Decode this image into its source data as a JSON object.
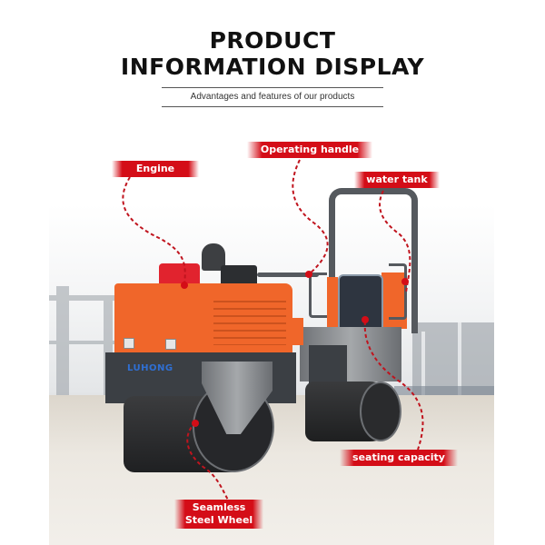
{
  "header": {
    "title_line1": "PRODUCT",
    "title_line2": "INFORMATION DISPLAY",
    "subtitle": "Advantages and features of our products"
  },
  "product": {
    "image_alt": "Orange double-drum road roller with seat and roll bar on a construction site",
    "brand_logo_text": "LUHONG"
  },
  "callouts": [
    {
      "id": "engine",
      "label": "Engine"
    },
    {
      "id": "operating-handle",
      "label": "Operating handle"
    },
    {
      "id": "water-tank",
      "label": "water tank"
    },
    {
      "id": "seating-capacity",
      "label": "seating capacity"
    },
    {
      "id": "steel-wheel",
      "label_line1": "Seamless",
      "label_line2": "Steel Wheel"
    }
  ],
  "colors": {
    "label_red": "#d40d17",
    "dash_red": "#c0141e",
    "machine_orange": "#f0662a",
    "title_black": "#111111"
  }
}
